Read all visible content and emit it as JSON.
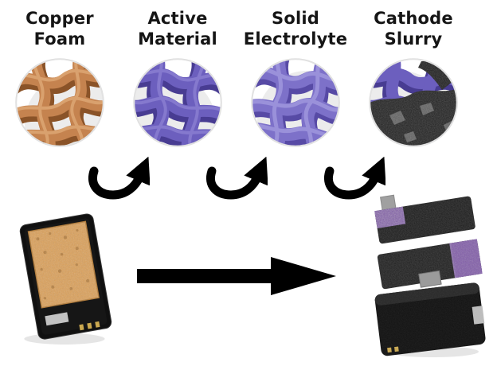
{
  "diagram": {
    "steps": [
      {
        "line1": "Copper",
        "line2": "Foam"
      },
      {
        "line1": "Active",
        "line2": "Material"
      },
      {
        "line1": "Solid",
        "line2": "Electrolyte"
      },
      {
        "line1": "Cathode",
        "line2": "Slurry"
      }
    ]
  },
  "icons": {
    "step_arrow": "curved-arrow-icon",
    "process_arrow": "right-arrow-icon"
  },
  "colors": {
    "copper_main": "#c5834f",
    "copper_dark": "#8a5328",
    "copper_light": "#eebf8d",
    "purple_main": "#6c5fbe",
    "purple_dark": "#483c92",
    "purple_light": "#9d93dd",
    "electrolyte_main": "#7d71c9",
    "electrolyte_dark": "#574aa5",
    "electrolyte_light": "#b3abe8",
    "slurry_dark": "#222222",
    "slurry_flake": "#9a9a9a",
    "violet_patch": "#7e57a8",
    "sponge": "#dd9f55",
    "sponge_dark": "#a96f2c",
    "battery_black": "#101010",
    "tab_gray": "#a0a0a0",
    "arrow_black": "#000000"
  }
}
